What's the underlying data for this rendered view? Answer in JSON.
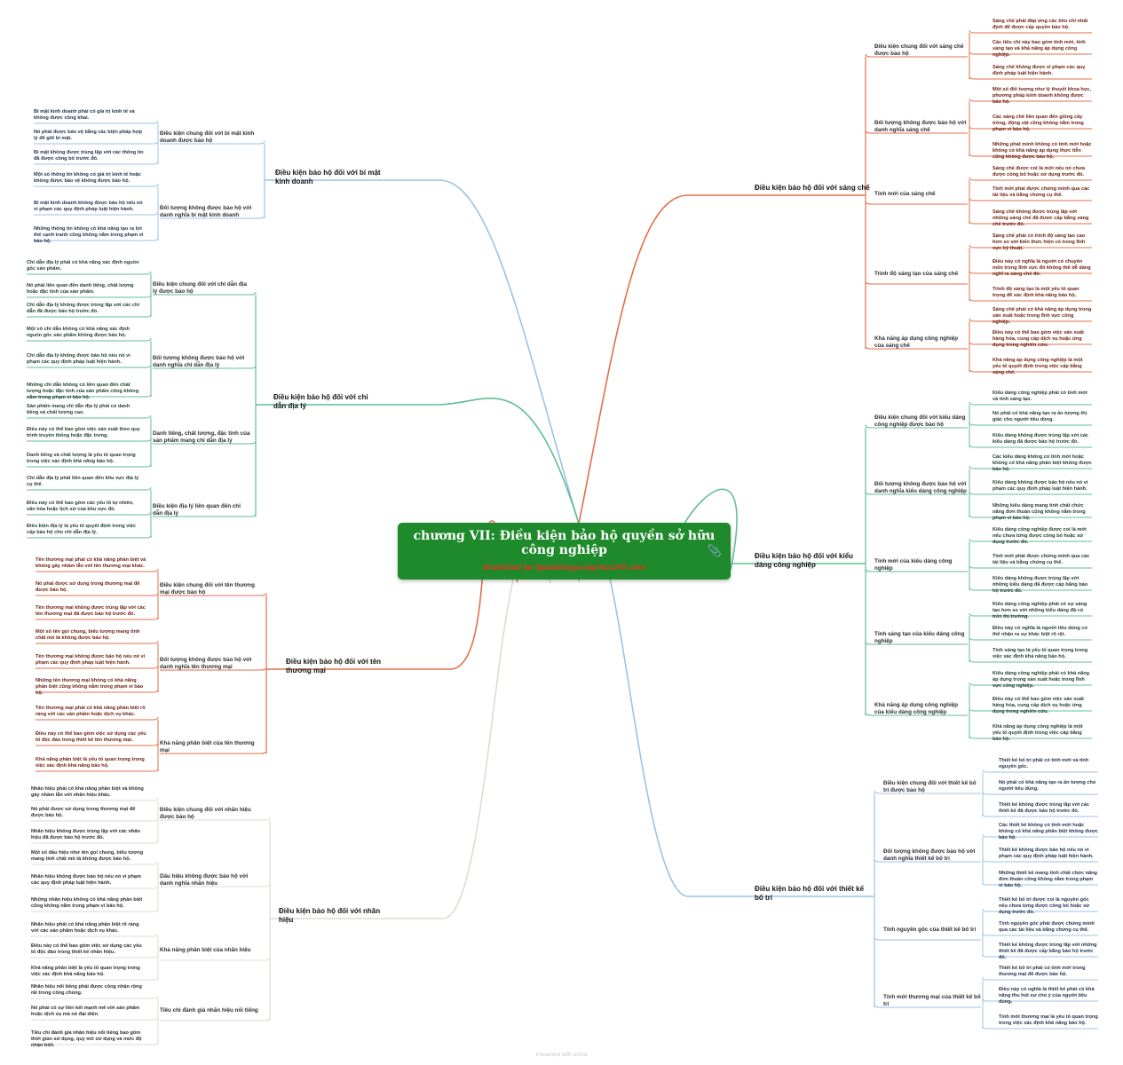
{
  "root": {
    "title": "chương VII: Điều kiện bảo hộ quyền sở hữu công nghiệp",
    "subtitle": "Download tại tapandungcongchuc247.com",
    "icon": "attachment-icon"
  },
  "footer": "Presented with xmind",
  "colors": {
    "blue": "#9cc3e6",
    "green": "#61bf93",
    "orange": "#e2704a",
    "gray": "#dedbd2",
    "root": "#1e8a2b"
  },
  "branches": [
    {
      "label": "Điều kiện bảo hộ đối với sáng chế",
      "color": "orange",
      "children": [
        {
          "label": "Điều kiện chung đối với sáng chế được bảo hộ",
          "children": [
            "Sáng chế phải đáp ứng các tiêu chí nhất định để được cấp quyền bảo hộ.",
            "Các tiêu chí này bao gồm tính mới, tính sáng tạo và khả năng áp dụng công nghiệp.",
            "Sáng chế không được vi phạm các quy định pháp luật hiện hành."
          ]
        },
        {
          "label": "Đối tượng không được bảo hộ với danh nghĩa sáng chế",
          "children": [
            "Một số đối tượng như lý thuyết khoa học, phương pháp kinh doanh không được bảo hộ.",
            "Các sáng chế liên quan đến giống cây trồng, động vật cũng không nằm trong phạm vi bảo hộ.",
            "Những phát minh không có tính mới hoặc không có khả năng áp dụng thực tiễn cũng không được bảo hộ."
          ]
        },
        {
          "label": "Tính mới của sáng chế",
          "children": [
            "Sáng chế được coi là mới nếu nó chưa được công bố hoặc sử dụng trước đó.",
            "Tính mới phải được chứng minh qua các tài liệu và bằng chứng cụ thể.",
            "Sáng chế không được trùng lặp với những sáng chế đã được cấp bằng sáng chế trước đó."
          ]
        },
        {
          "label": "Trình độ sáng tạo của sáng chế",
          "children": [
            "Sáng chế phải có trình độ sáng tạo cao hơn so với kiến thức hiện có trong lĩnh vực kỹ thuật.",
            "Điều này có nghĩa là người có chuyên môn trong lĩnh vực đó không thể dễ dàng nghĩ ra sáng chế đó.",
            "Trình độ sáng tạo là một yếu tố quan trọng để xác định khả năng bảo hộ."
          ]
        },
        {
          "label": "Khả năng áp dụng công nghiệp của sáng chế",
          "children": [
            "Sáng chế phải có khả năng áp dụng trong sản xuất hoặc trong lĩnh vực công nghiệp.",
            "Điều này có thể bao gồm việc sản xuất hàng hóa, cung cấp dịch vụ hoặc ứng dụng trong nghiên cứu.",
            "Khả năng áp dụng công nghiệp là một yếu tố quyết định trong việc cấp bằng sáng chế."
          ]
        }
      ]
    },
    {
      "label": "Điều kiện bảo hộ đối với kiểu dáng công nghiệp",
      "color": "green",
      "children": [
        {
          "label": "Điều kiện chung đối với kiểu dáng công nghiệp được bảo hộ",
          "children": [
            "Kiểu dáng công nghiệp phải có tính mới và tính sáng tạo.",
            "Nó phải có khả năng tạo ra ấn tượng thị giác cho người tiêu dùng.",
            "Kiểu dáng không được trùng lặp với các kiểu dáng đã được bảo hộ trước đó."
          ]
        },
        {
          "label": "Đối tượng không được bảo hộ với danh nghĩa kiểu dáng công nghiệp",
          "children": [
            "Các kiểu dáng không có tính mới hoặc không có khả năng phân biệt không được bảo hộ.",
            "Kiểu dáng không được bảo hộ nếu nó vi phạm các quy định pháp luật hiện hành.",
            "Những kiểu dáng mang tính chất chức năng đơn thuần cũng không nằm trong phạm vi bảo hộ."
          ]
        },
        {
          "label": "Tính mới của kiểu dáng công nghiệp",
          "children": [
            "Kiểu dáng công nghiệp được coi là mới nếu chưa từng được công bố hoặc sử dụng trước đó.",
            "Tính mới phải được chứng minh qua các tài liệu và bằng chứng cụ thể.",
            "Kiểu dáng không được trùng lặp với những kiểu dáng đã được cấp bằng bảo hộ trước đó."
          ]
        },
        {
          "label": "Tính sáng tạo của kiểu dáng công nghiệp",
          "children": [
            "Kiểu dáng công nghiệp phải có sự sáng tạo hơn so với những kiểu dáng đã có trên thị trường.",
            "Điều này có nghĩa là người tiêu dùng có thể nhận ra sự khác biệt rõ rệt.",
            "Tính sáng tạo là yếu tố quan trọng trong việc xác định khả năng bảo hộ."
          ]
        },
        {
          "label": "Khả năng áp dụng công nghiệp của kiểu dáng công nghiệp",
          "children": [
            "Kiểu dáng công nghiệp phải có khả năng áp dụng trong sản xuất hoặc trong lĩnh vực công nghiệp.",
            "Điều này có thể bao gồm việc sản xuất hàng hóa, cung cấp dịch vụ hoặc ứng dụng trong nghiên cứu.",
            "Khả năng áp dụng công nghiệp là một yếu tố quyết định trong việc cấp bằng bảo hộ."
          ]
        }
      ]
    },
    {
      "label": "Điều kiện bảo hộ đối với thiết kế bố trí",
      "color": "blue",
      "children": [
        {
          "label": "Điều kiện chung đối với thiết kế bố trí được bảo hộ",
          "children": [
            "Thiết kế bố trí phải có tính mới và tính nguyên gốc.",
            "Nó phải có khả năng tạo ra ấn tượng cho người tiêu dùng.",
            "Thiết kế không được trùng lặp với các thiết kế đã được bảo hộ trước đó."
          ]
        },
        {
          "label": "Đối tượng không được bảo hộ với danh nghĩa thiết kế bố trí",
          "children": [
            "Các thiết kế không có tính mới hoặc không có khả năng phân biệt không được bảo hộ.",
            "Thiết kế không được bảo hộ nếu nó vi phạm các quy định pháp luật hiện hành.",
            "Những thiết kế mang tính chất chức năng đơn thuần cũng không nằm trong phạm vi bảo hộ."
          ]
        },
        {
          "label": "Tính nguyên gốc của thiết kế bố trí",
          "children": [
            "Thiết kế bố trí được coi là nguyên gốc nếu chưa từng được công bố hoặc sử dụng trước đó.",
            "Tính nguyên gốc phải được chứng minh qua các tài liệu và bằng chứng cụ thể.",
            "Thiết kế không được trùng lặp với những thiết kế đã được cấp bằng bảo hộ trước đó."
          ]
        },
        {
          "label": "Tính mới thương mại của thiết kế bố trí",
          "children": [
            "Thiết kế bố trí phải có tính mới trong thương mại để được bảo hộ.",
            "Điều này có nghĩa là thiết kế phải có khả năng thu hút sự chú ý của người tiêu dùng.",
            "Tính mới thương mại là yếu tố quan trọng trong việc xác định khả năng bảo hộ."
          ]
        }
      ]
    },
    {
      "label": "Điều kiện bảo hộ đối với bí mật kinh doanh",
      "color": "blue",
      "children": [
        {
          "label": "Điều kiện chung đối với bí mật kinh doanh được bảo hộ",
          "children": [
            "Bí mật kinh doanh phải có giá trị kinh tế và không được công khai.",
            "Nó phải được bảo vệ bằng các biện pháp hợp lý để giữ bí mật.",
            "Bí mật không được trùng lặp với các thông tin đã được công bố trước đó."
          ]
        },
        {
          "label": "Đối tượng không được bảo hộ với danh nghĩa bí mật kinh doanh",
          "children": [
            "Một số thông tin không có giá trị kinh tế hoặc không được bảo vệ không được bảo hộ.",
            "Bí mật kinh doanh không được bảo hộ nếu nó vi phạm các quy định pháp luật hiện hành.",
            "Những thông tin không có khả năng tạo ra lợi thế cạnh tranh cũng không nằm trong phạm vi bảo hộ."
          ]
        }
      ]
    },
    {
      "label": "Điều kiện bảo hộ đối với chỉ dẫn địa lý",
      "color": "green",
      "children": [
        {
          "label": "Điều kiện chung đối với chỉ dẫn địa lý được bảo hộ",
          "children": [
            "Chỉ dẫn địa lý phải có khả năng xác định nguồn gốc sản phẩm.",
            "Nó phải liên quan đến danh tiếng, chất lượng hoặc đặc tính của sản phẩm.",
            "Chỉ dẫn địa lý không được trùng lặp với các chỉ dẫn đã được bảo hộ trước đó."
          ]
        },
        {
          "label": "Đối tượng không được bảo hộ với danh nghĩa chỉ dẫn địa lý",
          "children": [
            "Một số chỉ dẫn không có khả năng xác định nguồn gốc sản phẩm không được bảo hộ.",
            "Chỉ dẫn địa lý không được bảo hộ nếu nó vi phạm các quy định pháp luật hiện hành.",
            "Những chỉ dẫn không có liên quan đến chất lượng hoặc đặc tính của sản phẩm cũng không nằm trong phạm vi bảo hộ."
          ]
        },
        {
          "label": "Danh tiếng, chất lượng, đặc tính của sản phẩm mang chỉ dẫn địa lý",
          "children": [
            "Sản phẩm mang chỉ dẫn địa lý phải có danh tiếng và chất lượng cao.",
            "Điều này có thể bao gồm việc sản xuất theo quy trình truyền thống hoặc đặc trưng.",
            "Danh tiếng và chất lượng là yếu tố quan trọng trong việc xác định khả năng bảo hộ."
          ]
        },
        {
          "label": "Điều kiện địa lý liên quan đến chỉ dẫn địa lý",
          "children": [
            "Chỉ dẫn địa lý phải liên quan đến khu vực địa lý cụ thể.",
            "Điều này có thể bao gồm các yếu tố tự nhiên, văn hóa hoặc lịch sử của khu vực đó.",
            "Điều kiện địa lý là yếu tố quyết định trong việc cấp bảo hộ cho chỉ dẫn địa lý."
          ]
        }
      ]
    },
    {
      "label": "Điều kiện bảo hộ đối với tên thương mại",
      "color": "orange",
      "children": [
        {
          "label": "Điều kiện chung đối với tên thương mại được bảo hộ",
          "children": [
            "Tên thương mại phải có khả năng phân biệt và không gây nhầm lẫn với tên thương mại khác.",
            "Nó phải được sử dụng trong thương mại để được bảo hộ.",
            "Tên thương mại không được trùng lặp với các tên thương mại đã được bảo hộ trước đó."
          ]
        },
        {
          "label": "Đối tượng không được bảo hộ với danh nghĩa tên thương mại",
          "children": [
            "Một số tên gọi chung, biểu tượng mang tính chất mô tả không được bảo hộ.",
            "Tên thương mại không được bảo hộ nếu nó vi phạm các quy định pháp luật hiện hành.",
            "Những tên thương mại không có khả năng phân biệt cũng không nằm trong phạm vi bảo hộ."
          ]
        },
        {
          "label": "Khả năng phân biệt của tên thương mại",
          "children": [
            "Tên thương mại phải có khả năng phân biệt rõ ràng với các sản phẩm hoặc dịch vụ khác.",
            "Điều này có thể bao gồm việc sử dụng các yếu tố độc đáo trong thiết kế tên thương mại.",
            "Khả năng phân biệt là yếu tố quan trọng trong việc xác định khả năng bảo hộ."
          ]
        }
      ]
    },
    {
      "label": "Điều kiện bảo hộ đối với nhãn hiệu",
      "color": "gray",
      "children": [
        {
          "label": "Điều kiện chung đối với nhãn hiệu được bảo hộ",
          "children": [
            "Nhãn hiệu phải có khả năng phân biệt và không gây nhầm lẫn với nhãn hiệu khác.",
            "Nó phải được sử dụng trong thương mại để được bảo hộ.",
            "Nhãn hiệu không được trùng lặp với các nhãn hiệu đã được bảo hộ trước đó."
          ]
        },
        {
          "label": "Dấu hiệu không được bảo hộ với danh nghĩa nhãn hiệu",
          "children": [
            "Một số dấu hiệu như tên gọi chung, biểu tượng mang tính chất mô tả không được bảo hộ.",
            "Nhãn hiệu không được bảo hộ nếu nó vi phạm các quy định pháp luật hiện hành.",
            "Những nhãn hiệu không có khả năng phân biệt cũng không nằm trong phạm vi bảo hộ."
          ]
        },
        {
          "label": "Khả năng phân biệt của nhãn hiệu",
          "children": [
            "Nhãn hiệu phải có khả năng phân biệt rõ ràng với các sản phẩm hoặc dịch vụ khác.",
            "Điều này có thể bao gồm việc sử dụng các yếu tố độc đáo trong thiết kế nhãn hiệu.",
            "Khả năng phân biệt là yếu tố quan trọng trong việc xác định khả năng bảo hộ."
          ]
        },
        {
          "label": "Tiêu chí đánh giá nhãn hiệu nổi tiếng",
          "children": [
            "Nhãn hiệu nổi tiếng phải được công nhận rộng rãi trong công chúng.",
            "Nó phải có sự liên kết mạnh mẽ với sản phẩm hoặc dịch vụ mà nó đại diện.",
            "Tiêu chí đánh giá nhãn hiệu nổi tiếng bao gồm thời gian sử dụng, quy mô sử dụng và mức độ nhận biết."
          ]
        }
      ]
    }
  ]
}
